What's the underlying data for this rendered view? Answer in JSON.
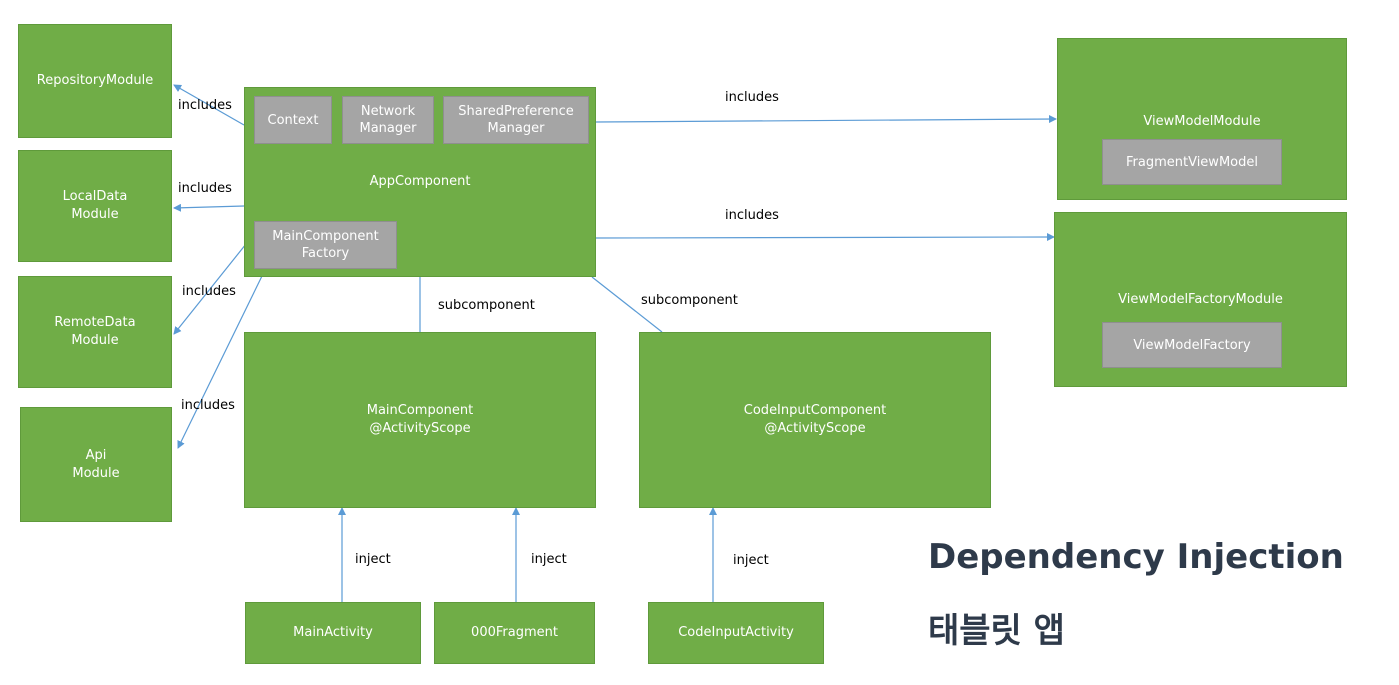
{
  "modules": {
    "repository": "RepositoryModule",
    "local_data": "LocalData\nModule",
    "remote_data": "RemoteData\nModule",
    "api": "Api\nModule",
    "view_model": "ViewModelModule",
    "view_model_factory": "ViewModelFactoryModule"
  },
  "app_component": {
    "title": "AppComponent",
    "context": "Context",
    "network_manager": "Network\nManager",
    "shared_preference_manager": "SharedPreference\nManager",
    "main_component_factory": "MainComponent\nFactory"
  },
  "view_model_items": {
    "fragment_view_model": "FragmentViewModel",
    "view_model_factory": "ViewModelFactory"
  },
  "subcomponents": {
    "main_component": "MainComponent\n@ActivityScope",
    "code_input_component": "CodeInputComponent\n@ActivityScope"
  },
  "injectees": {
    "main_activity": "MainActivity",
    "fragment_000": "000Fragment",
    "code_input_activity": "CodeInputActivity"
  },
  "edge_labels": {
    "includes": "includes",
    "subcomponent": "subcomponent",
    "inject": "inject"
  },
  "caption": {
    "title": "Dependency Injection",
    "subtitle": "태블릿 앱"
  },
  "colors": {
    "module_green": "#70ad47",
    "inner_gray": "#a5a5a5",
    "arrow_blue": "#5b9bd5",
    "caption_text": "#2e3a4a"
  }
}
